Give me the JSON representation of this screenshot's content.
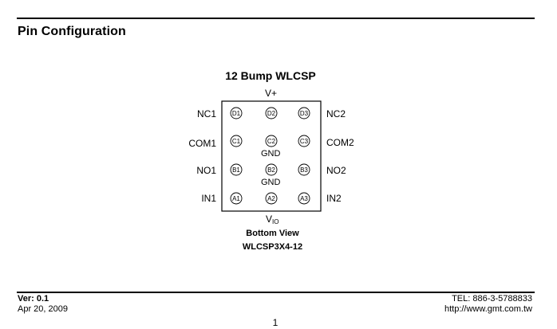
{
  "header": {
    "section_title": "Pin Configuration"
  },
  "diagram": {
    "package_title": "12 Bump WLCSP",
    "top_label": "V+",
    "bottom_label_main": "V",
    "bottom_label_sub": "IO",
    "left_pins": [
      "NC1",
      "COM1",
      "NO1",
      "IN1"
    ],
    "right_pins": [
      "NC2",
      "COM2",
      "NO2",
      "IN2"
    ],
    "bumps": [
      [
        "D1",
        "D2",
        "D3"
      ],
      [
        "C1",
        "C2",
        "C3"
      ],
      [
        "B1",
        "B2",
        "B3"
      ],
      [
        "A1",
        "A2",
        "A3"
      ]
    ],
    "gnd_labels": [
      "GND",
      "GND"
    ],
    "caption_view": "Bottom  View",
    "caption_package": "WLCSP3X4-12"
  },
  "footer": {
    "version": "Ver: 0.1",
    "date": "Apr 20, 2009",
    "tel": "TEL: 886-3-5788833",
    "url": "http://www.gmt.com.tw",
    "page_number": "1"
  }
}
